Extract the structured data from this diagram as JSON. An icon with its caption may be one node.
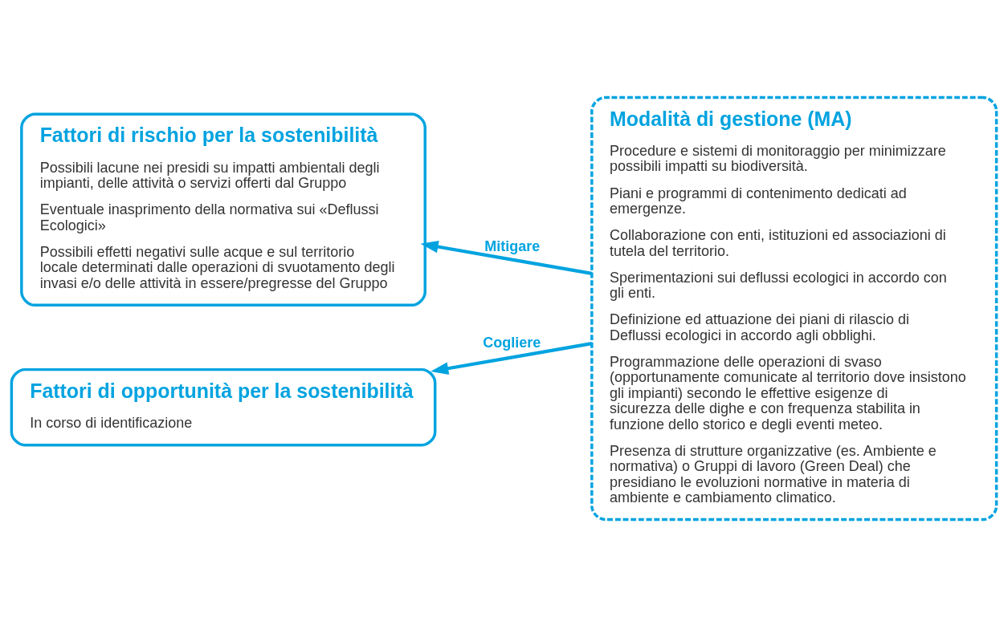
{
  "diagram": {
    "nodes": [
      {
        "text": [
          "Fattori di rischio per la sostenibilità",
          "Possibili lacune nei presidi su impatti ambientali degli impianti, delle attività o servizi offerti dal Gruppo",
          "Eventuale inasprimento della normativa sui «Deflussi Ecologici»",
          "Possibili effetti negativi sulle acque e sul territorio locale determinati dalle operazioni di svuotamento degli invasi e/o delle attività in essere/pregresse del Gruppo"
        ]
      },
      {
        "text": [
          "Fattori di opportunità per la sostenibilità",
          "In corso di identificazione"
        ]
      },
      {
        "text": [
          "Modalità di gestione (MA)",
          "Procedure e sistemi di monitoraggio per minimizzare possibili impatti su biodiversità.",
          "Piani e programmi di contenimento dedicati ad emergenze.",
          "Collaborazione con enti, istituzioni ed associazioni di tutela del territorio.",
          "Sperimentazioni sui deflussi ecologici in accordo con gli enti.",
          "Definizione ed attuazione dei piani di rilascio di Deflussi ecologici in accordo agli obblighi.",
          "Programmazione delle operazioni di svaso (opportunamente comunicate al territorio dove insistono gli impianti) secondo le effettive esigenze di sicurezza delle dighe e con frequenza stabilita in funzione dello storico e degli eventi meteo.",
          "Presenza di strutture organizzative (es. Ambiente e normativa) o Gruppi di lavoro (Green Deal) che presidiano le evoluzioni normative in materia di ambiente e cambiamento climatico."
        ]
      }
    ],
    "edges": [
      {
        "from": 2,
        "to": 0,
        "arrow": "to",
        "label": "Mitigare"
      },
      {
        "from": 2,
        "to": 1,
        "arrow": "to",
        "label": "Cogliere"
      }
    ]
  }
}
